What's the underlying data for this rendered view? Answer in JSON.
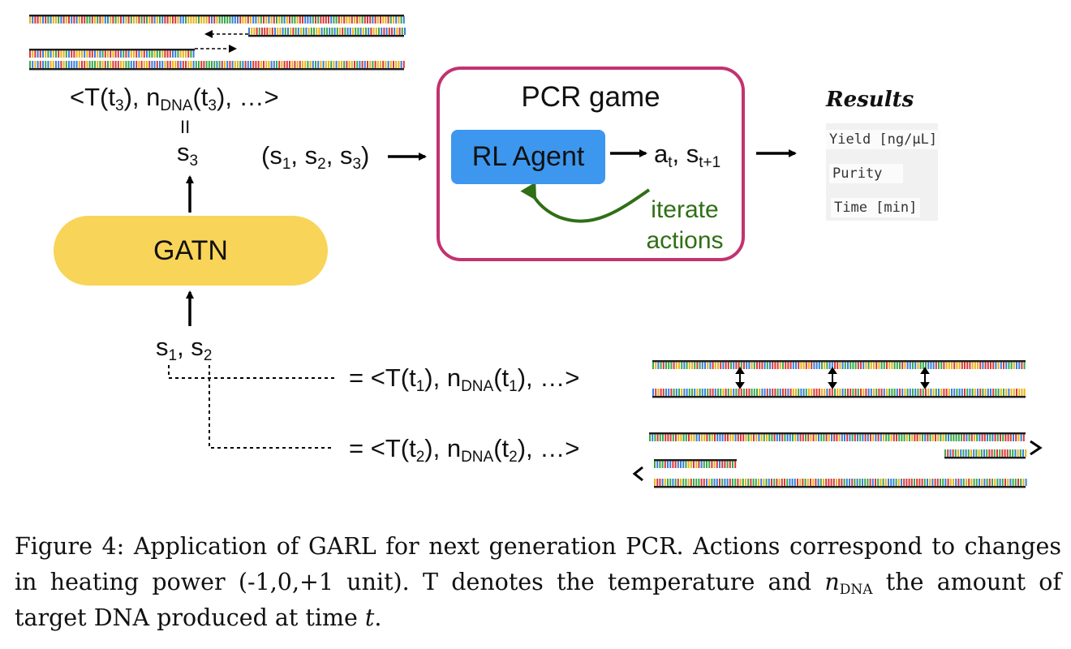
{
  "s3_state": {
    "formula_open": "<T(t",
    "formula_sub1": "3",
    "formula_mid1": "), n",
    "formula_sub2": "DNA",
    "formula_mid2": "(t",
    "formula_sub3": "3",
    "formula_close": "), …>",
    "equals": "II",
    "var": "s",
    "var_sub": "3"
  },
  "gatn": {
    "label": "GATN"
  },
  "input_tuple": {
    "open": "(s",
    "sub1": "1",
    "mid1": ", s",
    "sub2": "2",
    "mid2": ", s",
    "sub3": "3",
    "close": ")"
  },
  "pcr_game": {
    "title": "PCR game",
    "agent_label": "RL Agent",
    "action_a": "a",
    "action_a_sub": "t",
    "action_comma": ", s",
    "action_s_sub": "t+1",
    "loop_label_line1": "iterate",
    "loop_label_line2": "actions",
    "loop_color": "#2f6f15",
    "border_color": "#c2336f",
    "agent_color": "#3d97ee"
  },
  "results": {
    "title": "Results",
    "rows": [
      "Yield [ng/µL]",
      "Purity",
      "Time [min]"
    ]
  },
  "inputs": {
    "var": "s",
    "sub1": "1",
    "comma": ", s",
    "sub2": "2",
    "s1_formula": {
      "open": "= <T(t",
      "sub1": "1",
      "mid1": "), n",
      "sub2": "DNA",
      "mid2": "(t",
      "sub3": "1",
      "close": "), …>"
    },
    "s2_formula": {
      "open": "= <T(t",
      "sub1": "2",
      "mid1": "), n",
      "sub2": "DNA",
      "mid2": "(t",
      "sub3": "2",
      "close": "), …>"
    }
  },
  "gatn_color": "#f8d458",
  "dna_colors": [
    "#d93a3a",
    "#e8b21b",
    "#3a7fd9",
    "#3aa84a"
  ],
  "caption": {
    "prefix": "Figure 4: Application of GARL for next generation PCR. Actions correspond to changes in heating power (-1,0,+1 unit). T denotes the temperature and ",
    "n_var": "n",
    "n_sub": "DNA",
    "middle": " the amount of target DNA produced at time ",
    "t_var": "t",
    "suffix": "."
  }
}
